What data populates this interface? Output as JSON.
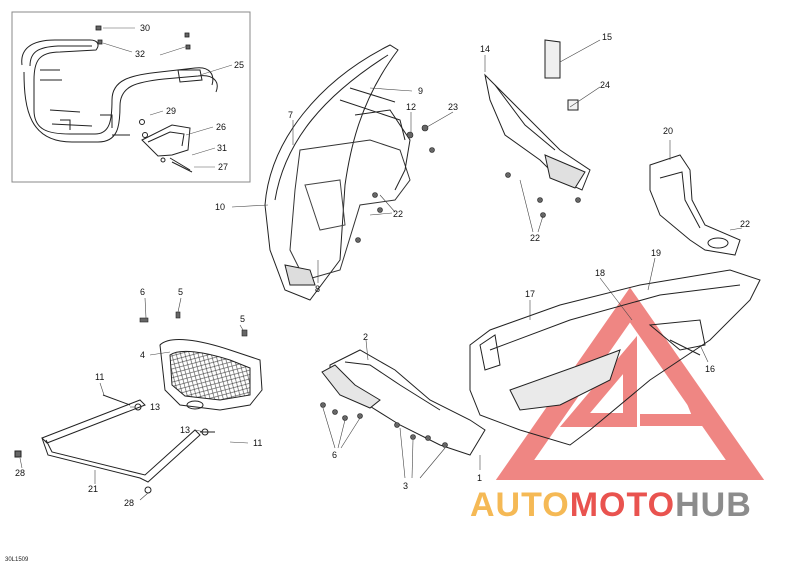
{
  "diagram": {
    "figure_code": "30L1509",
    "callouts": {
      "c1": "1",
      "c2": "2",
      "c3": "3",
      "c4": "4",
      "c5a": "5",
      "c5b": "5",
      "c6a": "6",
      "c6b": "6",
      "c7": "7",
      "c8": "8",
      "c9": "9",
      "c10": "10",
      "c11a": "11",
      "c11b": "11",
      "c12": "12",
      "c13a": "13",
      "c13b": "13",
      "c14": "14",
      "c15": "15",
      "c16": "16",
      "c17": "17",
      "c18": "18",
      "c19": "19",
      "c20": "20",
      "c21": "21",
      "c22a": "22",
      "c22b": "22",
      "c22c": "22",
      "c23": "23",
      "c24": "24",
      "c25": "25",
      "c26": "26",
      "c27": "27",
      "c28a": "28",
      "c28b": "28",
      "c29": "29",
      "c30": "30",
      "c31": "31",
      "c32": "32"
    }
  },
  "watermark": {
    "brand_part1": "AUTO",
    "brand_part2": "MOTO",
    "brand_part3": "HUB",
    "colors": {
      "orange": "#f5b955",
      "red": "#e9534f",
      "gray": "#8c8c8c"
    }
  }
}
